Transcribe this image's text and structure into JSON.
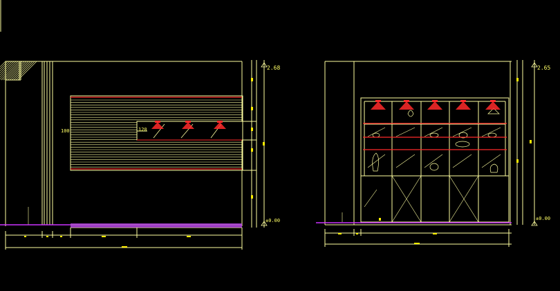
{
  "drawing": {
    "colors": {
      "background": "#000000",
      "line": "#ffffa0",
      "lamp": "#ff2a2a",
      "grade_line": "#cc33ff",
      "marker": "#ffee00"
    },
    "left_elevation": {
      "label_100": "100",
      "label_120": "120",
      "height_mark": "2.68",
      "floor_mark": "±0.00"
    },
    "right_elevation": {
      "height_mark": "2.65",
      "floor_mark": "±0.00"
    }
  }
}
